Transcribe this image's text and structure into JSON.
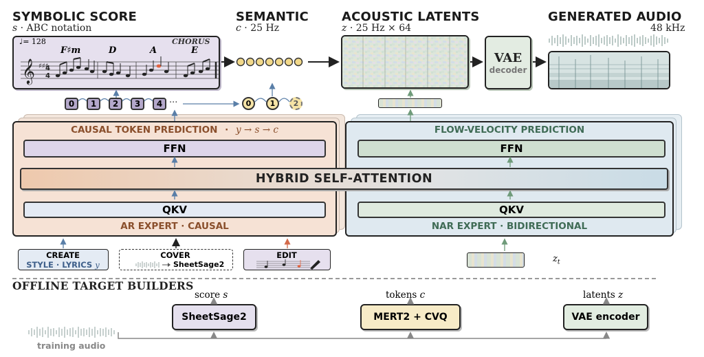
{
  "top": {
    "symbolic": {
      "title": "SYMBOLIC SCORE",
      "subtitle_var": "s",
      "subtitle_text": "· ABC notation",
      "tempo": "♩= 128",
      "section": "CHORUS",
      "chords": [
        "F♯m",
        "D",
        "A",
        "E"
      ]
    },
    "semantic": {
      "title": "SEMANTIC",
      "subtitle_var": "c",
      "subtitle_text": "·  25 Hz"
    },
    "acoustic": {
      "title": "ACOUSTIC LATENTS",
      "subtitle_var": "z",
      "subtitle_text": "·  25 Hz × 64"
    },
    "vae_decoder": {
      "title": "VAE",
      "subtitle": "decoder"
    },
    "generated": {
      "title": "GENERATED AUDIO",
      "rate": "48 kHz"
    }
  },
  "token_stream": {
    "score_tokens": [
      "0",
      "1",
      "2",
      "3",
      "4"
    ],
    "ellipsis": "···",
    "semantic_tokens": [
      "0",
      "1",
      "2"
    ]
  },
  "ar_expert": {
    "title": "CAUSAL TOKEN PREDICTION",
    "dot": "·",
    "order": "y → s → c",
    "ffn": "FFN",
    "qkv": "QKV",
    "footer": "AR EXPERT · CAUSAL"
  },
  "nar_expert": {
    "title": "FLOW-VELOCITY PREDICTION",
    "ffn": "FFN",
    "qkv": "QKV",
    "footer": "NAR EXPERT · BIDIRECTIONAL",
    "noisy_input_var": "z",
    "noisy_input_sub": "t"
  },
  "hybrid_attention": "HYBRID SELF-ATTENTION",
  "tasks": {
    "create": {
      "title": "CREATE",
      "line": "STYLE · LYRICS",
      "var": "y"
    },
    "cover": {
      "title": "COVER",
      "tool": "SheetSage2"
    },
    "edit": {
      "title": "EDIT"
    }
  },
  "offline": {
    "title": "OFFLINE TARGET BUILDERS",
    "training_audio": "training audio",
    "builders": [
      {
        "label_text": "score",
        "label_var": "s",
        "name": "SheetSage2"
      },
      {
        "label_text": "tokens",
        "label_var": "c",
        "name": "MERT2 + CVQ"
      },
      {
        "label_text": "latents",
        "label_var": "z",
        "name": "VAE encoder"
      }
    ]
  },
  "colors": {
    "score_bg": "#e6e0ee",
    "latent_bg": "#e3ece2",
    "ar_bg": "#f6e2d5",
    "nar_bg": "#dfe9f0",
    "ffn_ar": "#ddd5e9",
    "ffn_nar": "#cfdfd0",
    "qkv_ar": "#e4eaf4",
    "qkv_nar": "#dfeadf",
    "token_purple": "#b4a8cb",
    "token_yellow": "#f6e4a6",
    "sheet_bg": "#e5e0ee",
    "mert_bg": "#f7ebc7",
    "vae_bg": "#e2ede1",
    "ar_title": "#8a4f2c",
    "nar_title": "#3f6b55",
    "arrow_blue": "#5a7fa8",
    "arrow_green": "#6f9b7a",
    "arrow_red": "#d36a4a"
  }
}
